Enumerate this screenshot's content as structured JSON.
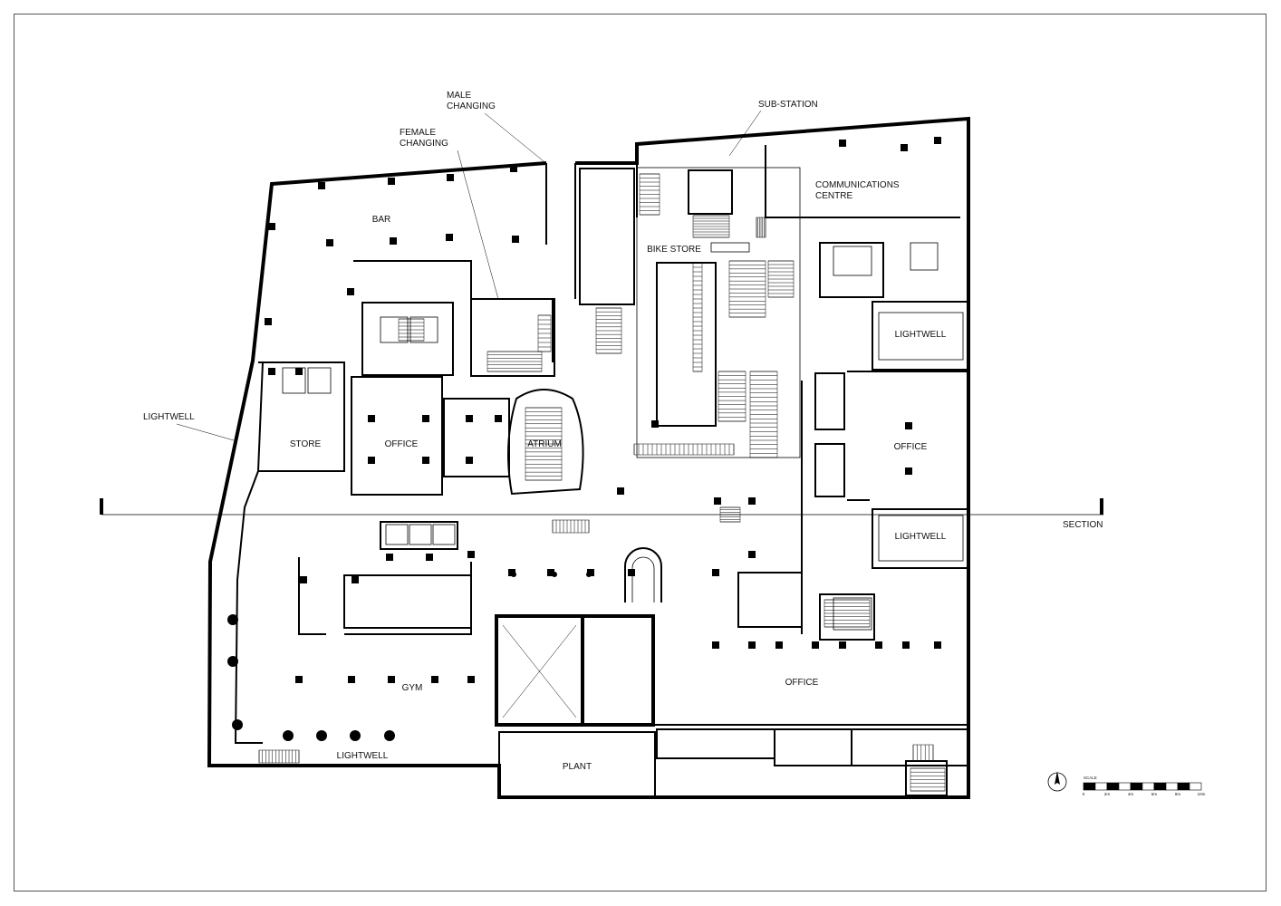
{
  "rooms": {
    "bar": "BAR",
    "male_changing": [
      "MALE",
      "CHANGING"
    ],
    "female_changing": [
      "FEMALE",
      "CHANGING"
    ],
    "sub_station": "SUB-STATION",
    "communications_centre": [
      "COMMUNICATIONS",
      "CENTRE"
    ],
    "bike_store": "BIKE STORE",
    "lightwell_east_upper": "LIGHTWELL",
    "lightwell_east_lower": "LIGHTWELL",
    "lightwell_west": "LIGHTWELL",
    "lightwell_south": "LIGHTWELL",
    "store": "STORE",
    "office_west": "OFFICE",
    "atrium": "ATRIUM",
    "office_east": "OFFICE",
    "office_south": "OFFICE",
    "gym": "GYM",
    "plant": "PLANT"
  },
  "section_label": "SECTION",
  "scale": {
    "title": "SCALE",
    "ticks": [
      "0",
      "2m",
      "4m",
      "6m",
      "8m",
      "10m"
    ]
  }
}
